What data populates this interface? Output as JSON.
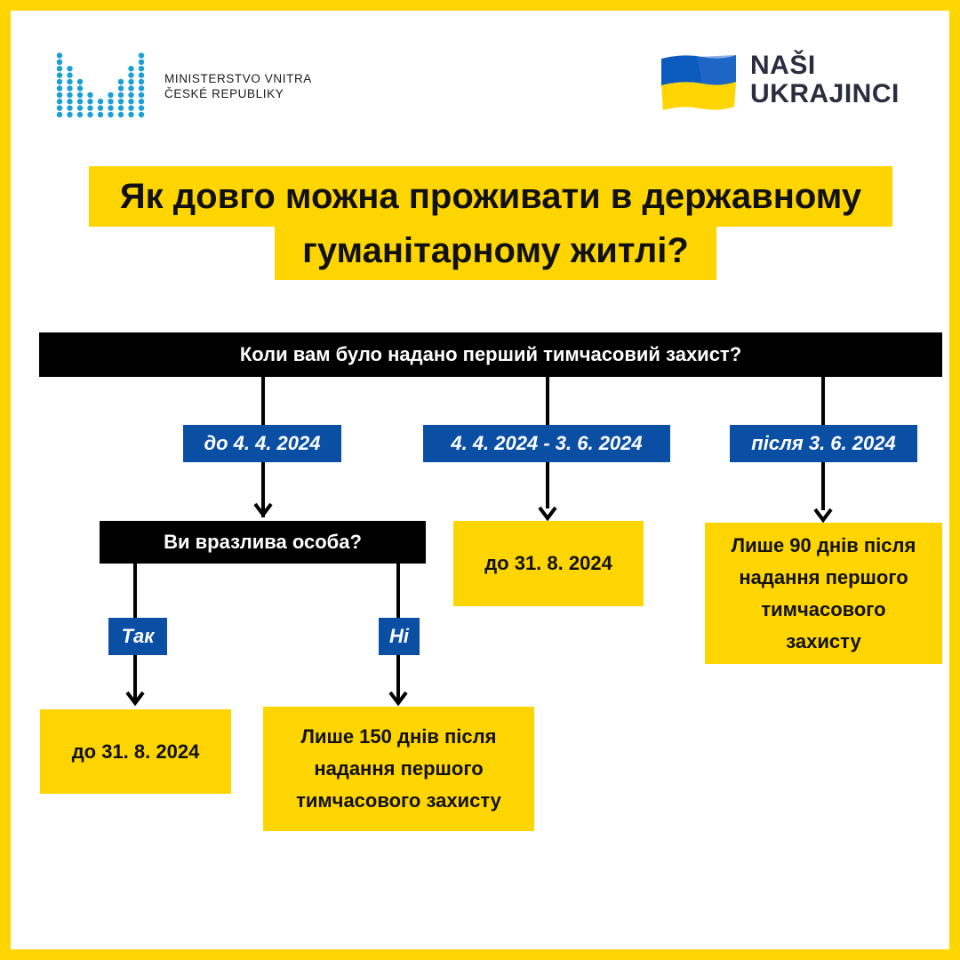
{
  "header": {
    "ministry": {
      "line1": "MINISTERSTVO VNITRA",
      "line2": "ČESKÉ REPUBLIKY",
      "accent": "#1a9fd6"
    },
    "brand": {
      "line1": "NAŠI",
      "line2": "UKRAJINCI",
      "flag_blue": "#0a5bbd",
      "flag_yellow": "#ffd500"
    }
  },
  "title": {
    "line1": "Як довго можна проживати в державному",
    "line2": "гуманітарному житлі?"
  },
  "flow": {
    "question": "Коли вам було надано перший тимчасовий захист?",
    "branches": [
      {
        "label": "до 4. 4. 2024"
      },
      {
        "label": "4. 4. 2024 - 3. 6. 2024",
        "result": "до 31. 8. 2024"
      },
      {
        "label": "після 3. 6. 2024",
        "result": "Лише 90 днів після\nнадання першого\nтимчасового\nзахисту"
      }
    ],
    "sub_question": "Ви вразлива особа?",
    "sub_branches": [
      {
        "label": "Так",
        "result": "до 31. 8. 2024"
      },
      {
        "label": "Ні",
        "result": "Лише 150 днів після\nнадання першого\nтимчасового захисту"
      }
    ]
  },
  "colors": {
    "yellow": "#ffd500",
    "blue": "#0a4fa3",
    "black": "#000000"
  }
}
